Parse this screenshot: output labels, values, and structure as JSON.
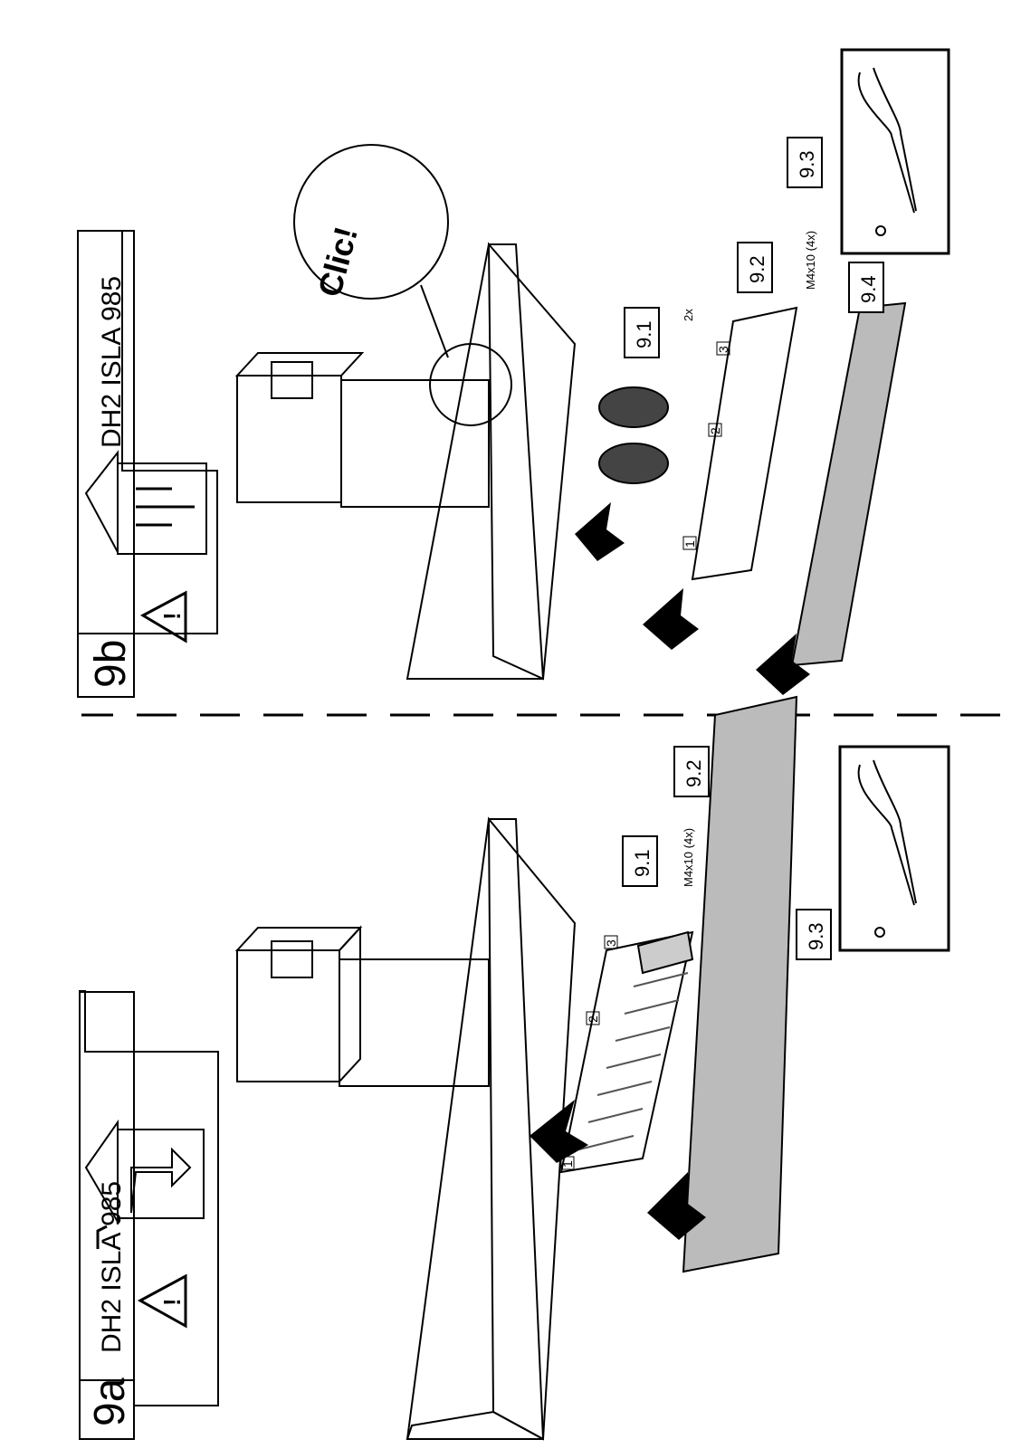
{
  "panel_a": {
    "step_id": "9a",
    "model": "DH2 ISLA 985",
    "labels": {
      "l91": "9.1",
      "l92": "9.2",
      "l93": "9.3"
    },
    "screw": "M4x10 (4x)",
    "steps": [
      "1",
      "2",
      "3"
    ]
  },
  "panel_b": {
    "step_id": "9b",
    "model": "DH2 ISLA 985",
    "labels": {
      "l91": "9.1",
      "l92": "9.2",
      "l93": "9.3",
      "l94": "9.4"
    },
    "screw": "M4x10 (4x)",
    "steps": [
      "1",
      "2",
      "3"
    ],
    "repeat": "2x",
    "click": "Clic!"
  }
}
